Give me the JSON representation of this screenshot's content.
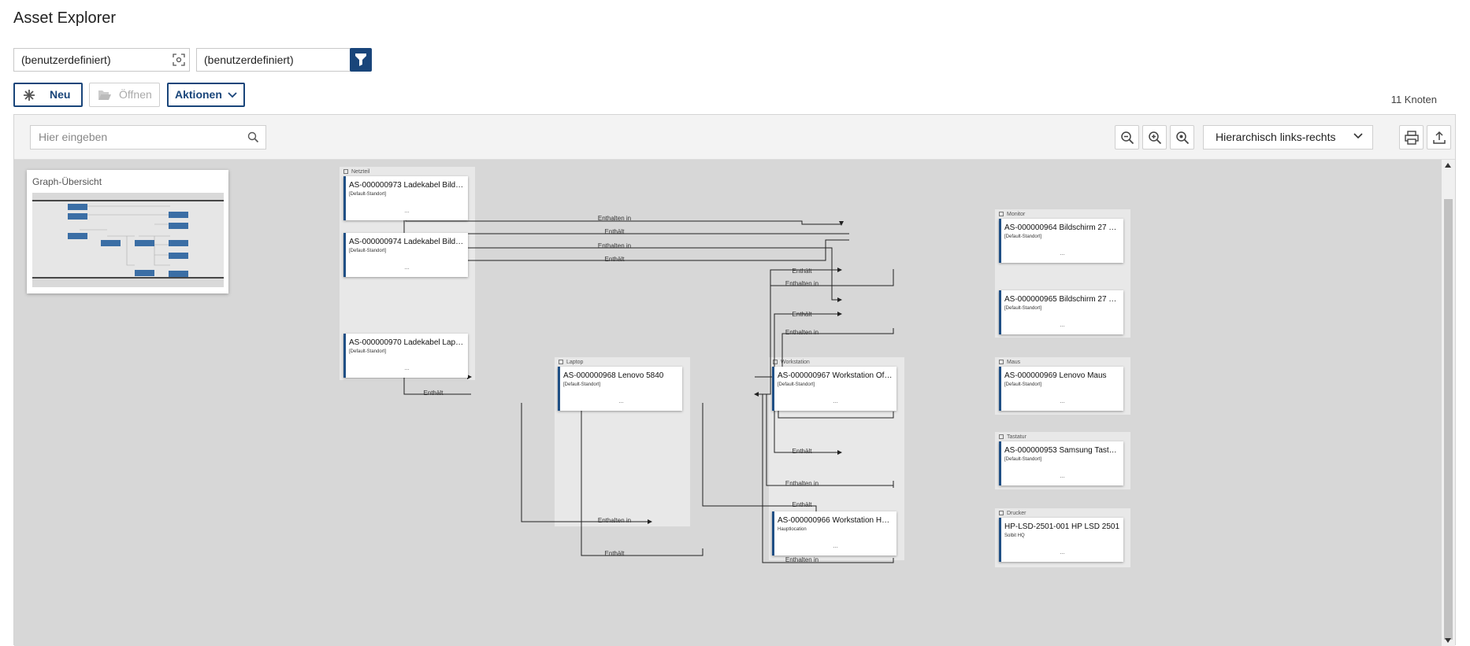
{
  "header": {
    "title": "Asset Explorer"
  },
  "filters": {
    "filter1": "(benutzerdefiniert)",
    "filter2": "(benutzerdefiniert)"
  },
  "actions": {
    "new_label": "Neu",
    "open_label": "Öffnen",
    "actions_label": "Aktionen"
  },
  "node_count": "11 Knoten",
  "toolbar": {
    "search_placeholder": "Hier eingeben",
    "layout": "Hierarchisch links-rechts"
  },
  "overview": {
    "title": "Graph-Übersicht"
  },
  "groups": {
    "netzteil": "Netzteil",
    "monitor": "Monitor",
    "laptop": "Laptop",
    "workstation": "Workstation",
    "maus": "Maus",
    "tastatur": "Tastatur",
    "drucker": "Drucker"
  },
  "nodes": {
    "n973": {
      "title": "AS-000000973 Ladekabel Bild…",
      "sub": "[Default-Standort]"
    },
    "n974": {
      "title": "AS-000000974 Ladekabel Bild…",
      "sub": "[Default-Standort]"
    },
    "n970": {
      "title": "AS-000000970 Ladekabel Lap…",
      "sub": "[Default-Standort]"
    },
    "n968": {
      "title": "AS-000000968 Lenovo 5840",
      "sub": "[Default-Standort]"
    },
    "n967": {
      "title": "AS-000000967 Workstation Of…",
      "sub": "[Default-Standort]"
    },
    "n966": {
      "title": "AS-000000966 Workstation H…",
      "sub": "Hauptlocation"
    },
    "n964": {
      "title": "AS-000000964 Bildschirm 27 …",
      "sub": "[Default-Standort]"
    },
    "n965": {
      "title": "AS-000000965 Bildschirm 27 …",
      "sub": "[Default-Standort]"
    },
    "n969": {
      "title": "AS-000000969 Lenovo Maus",
      "sub": "[Default-Standort]"
    },
    "n953": {
      "title": "AS-000000953 Samsung Tast…",
      "sub": "[Default-Standort]"
    },
    "hp": {
      "title": "HP-LSD-2501-001 HP LSD 2501",
      "sub": "Solbit HQ"
    }
  },
  "node_dots": "…",
  "edge_labels": {
    "contained_in": "Enthalten in",
    "contains": "Enthält"
  },
  "colors": {
    "accent": "#19457a",
    "node_border": "#1f4f85",
    "canvas": "#d7d7d7",
    "group": "#e8e8e8"
  }
}
